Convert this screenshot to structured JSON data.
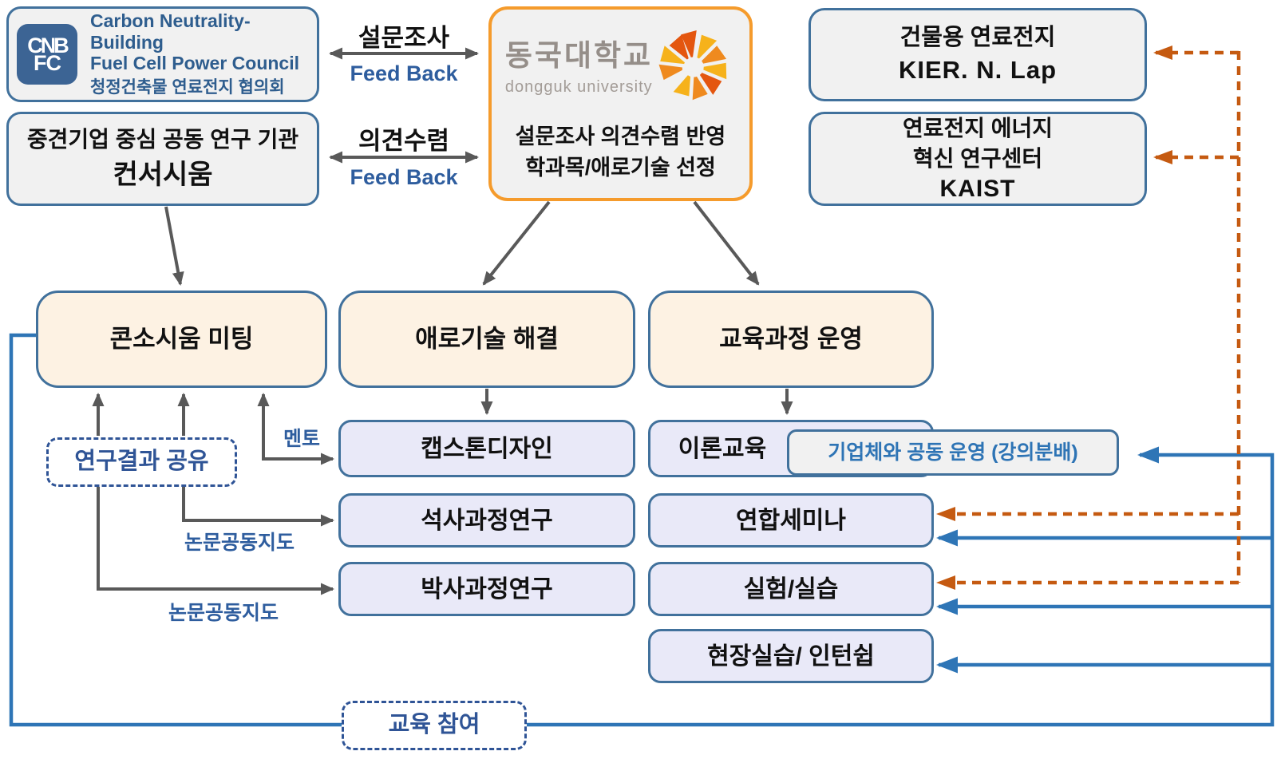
{
  "colors": {
    "box_border_blue": "#41719c",
    "solid_line_blue": "#2e75b6",
    "dashed_line_orange": "#c55a11",
    "arrow_gray": "#595959",
    "cream_fill": "#fdf2e3",
    "lavender_fill": "#e9e9f8",
    "gray_fill": "#f1f1f1",
    "dongguk_border_orange": "#f59b2c",
    "blue_text": "#2e5d9e",
    "logo_blue": "#3c6494"
  },
  "council_box": {
    "monogram_top": "CNB",
    "monogram_bottom": "FC",
    "line1": "Carbon Neutrality-Building",
    "line2": "Fuel Cell Power Council",
    "line3": "청정건축물 연료전지 협의회"
  },
  "consortium_box": {
    "line1": "중견기업 중심 공동 연구 기관",
    "line2": "컨서시움"
  },
  "feedback": [
    {
      "label": "설문조사",
      "sub": "Feed Back"
    },
    {
      "label": "의견수렴",
      "sub": "Feed Back"
    }
  ],
  "university_box": {
    "name_ko": "동국대학교",
    "name_en": "dongguk university",
    "desc1": "설문조사 의견수렴 반영",
    "desc2": "학과목/애로기술 선정"
  },
  "kier_box": {
    "line1": "건물용 연료전지",
    "line2": "KIER. N. Lap"
  },
  "kaist_box": {
    "line1": "연료전지 에너지",
    "line2": "혁신 연구센터",
    "line3": "KAIST"
  },
  "process_row": {
    "meeting": "콘소시움 미팅",
    "tech": "애로기술 해결",
    "curriculum": "교육과정 운영"
  },
  "programs": {
    "capstone": "캡스톤디자인",
    "theory": "이론교육",
    "company_note": "기업체와 공동 운영 (강의분배)",
    "master": "석사과정연구",
    "seminar": "연합세미나",
    "doctoral": "박사과정연구",
    "lab": "실험/실습",
    "field": "현장실습/ 인턴쉽"
  },
  "notes": {
    "share": "연구결과 공유",
    "participate": "교육 참여"
  },
  "edge_labels": {
    "mentor": "멘토",
    "coadvise_master": "논문공동지도",
    "coadvise_doctoral": "논문공동지도"
  }
}
